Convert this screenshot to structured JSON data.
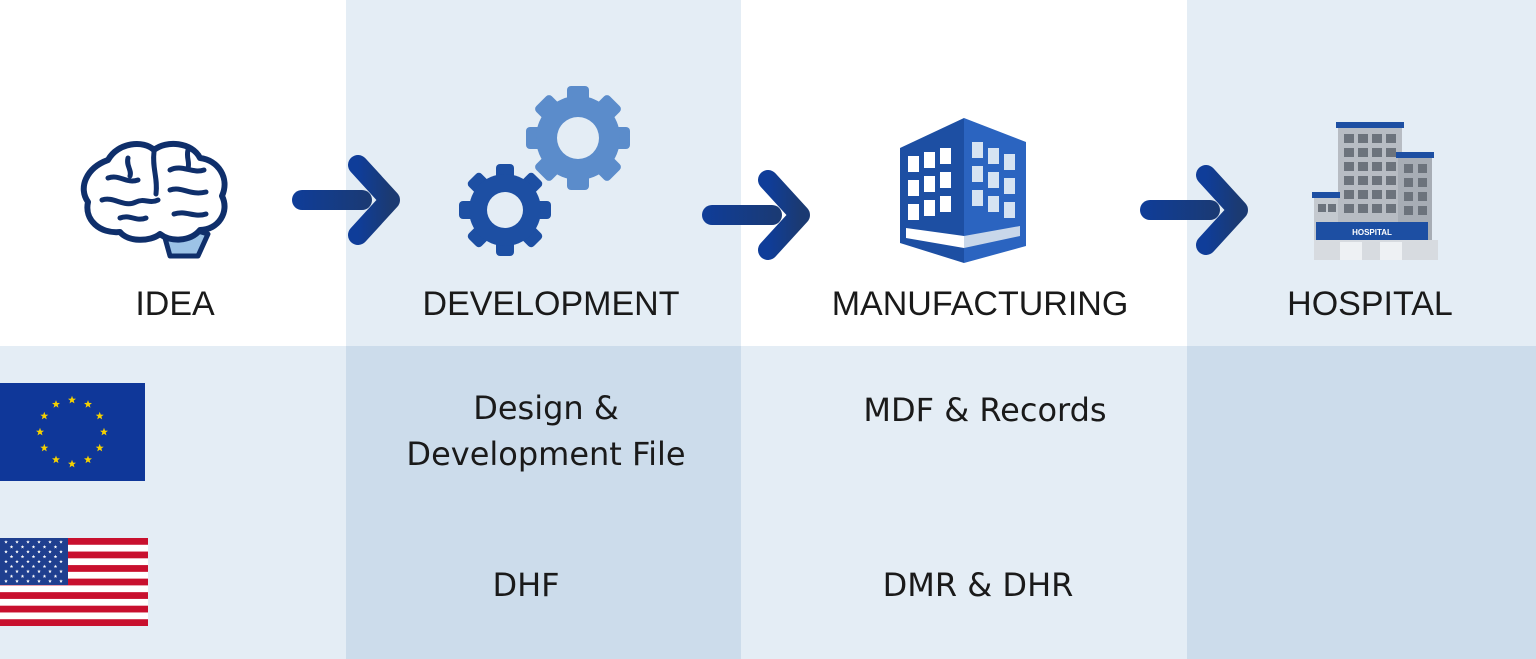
{
  "stages": [
    {
      "label": "IDEA",
      "icon": "brain-icon"
    },
    {
      "label": "DEVELOPMENT",
      "icon": "gears-icon"
    },
    {
      "label": "MANUFACTURING",
      "icon": "factory-building-icon"
    },
    {
      "label": "HOSPITAL",
      "icon": "hospital-icon"
    }
  ],
  "hospital_sign": "HOSPITAL",
  "regions": {
    "eu": {
      "flag": "eu-flag-icon",
      "development": [
        "Design &",
        "Development File"
      ],
      "manufacturing": "MDF & Records"
    },
    "us": {
      "flag": "us-flag-icon",
      "development": "DHF",
      "manufacturing": "DMR & DHR"
    }
  },
  "colors": {
    "arrow": "#173f8f",
    "band_light": "#e4edf5",
    "band_mid": "#ccdceb",
    "icon_dark": "#1d4fa3",
    "icon_light": "#5b8ccb"
  }
}
